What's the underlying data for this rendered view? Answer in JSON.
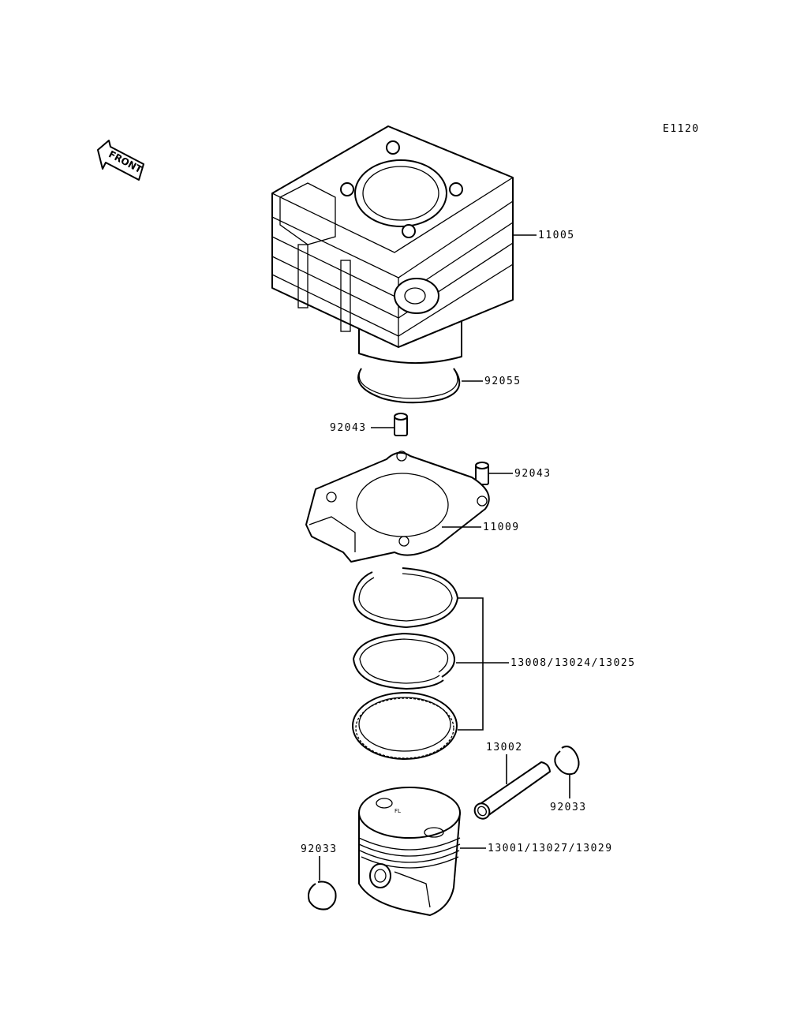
{
  "diagram_code": "E1120",
  "front_label": "FRONT",
  "callouts": {
    "cylinder": "11005",
    "o_ring": "92055",
    "dowel_left": "92043",
    "dowel_right": "92043",
    "gasket": "11009",
    "rings": "13008/13024/13025",
    "piston_pin": "13002",
    "circlip_right": "92033",
    "piston": "13001/13027/13029",
    "circlip_left": "92033"
  }
}
